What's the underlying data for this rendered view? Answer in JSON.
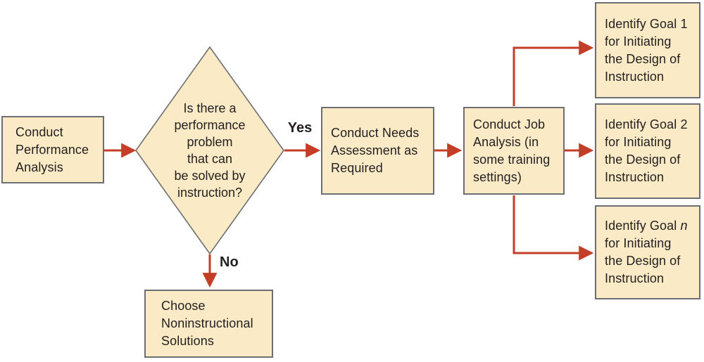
{
  "colors": {
    "box_fill": "#FAEBC6",
    "box_border": "#6D6E71",
    "arrow": "#C43E27",
    "text": "#231F20"
  },
  "nodes": {
    "performance": {
      "lines": [
        "Conduct",
        "Performance",
        "Analysis"
      ]
    },
    "decision": {
      "lines": [
        "Is there a",
        "performance",
        "problem",
        "that can",
        "be solved by",
        "instruction?"
      ]
    },
    "needs": {
      "lines": [
        "Conduct Needs",
        "Assessment as",
        "Required"
      ]
    },
    "job": {
      "lines": [
        "Conduct Job",
        "Analysis (in",
        "some training",
        "settings)"
      ]
    },
    "goal1": {
      "first_line_prefix": "Identify Goal ",
      "goal_number": "1",
      "lines": [
        "for Initiating",
        "the Design of",
        "Instruction"
      ]
    },
    "goal2": {
      "first_line_prefix": "Identify Goal ",
      "goal_number": "2",
      "lines": [
        "for Initiating",
        "the Design of",
        "Instruction"
      ]
    },
    "goal_n": {
      "first_line_prefix": "Identify Goal ",
      "goal_number": "n",
      "lines": [
        "for Initiating",
        "the Design of",
        "Instruction"
      ]
    },
    "solutions": {
      "lines": [
        "Choose",
        "Noninstructional",
        "Solutions"
      ]
    }
  },
  "branch_labels": {
    "yes": "Yes",
    "no": "No"
  }
}
